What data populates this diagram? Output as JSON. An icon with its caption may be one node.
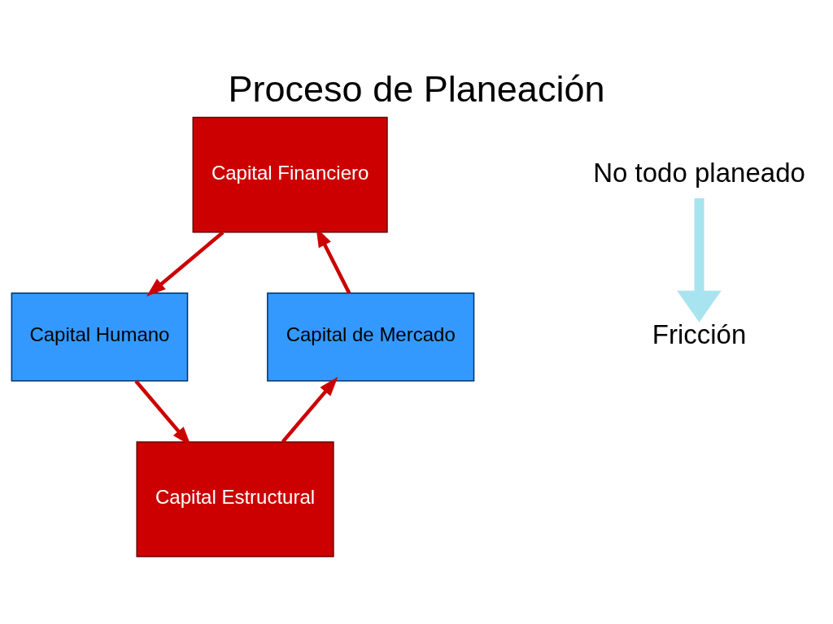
{
  "diagram": {
    "title": "Proceso de Planeación",
    "nodes": [
      {
        "text": [
          "Capital Financiero"
        ]
      },
      {
        "text": [
          "Capital Humano"
        ]
      },
      {
        "text": [
          "Capital de Mercado"
        ]
      },
      {
        "text": [
          "Capital Estructural"
        ]
      },
      {
        "text": [
          "No todo planeado"
        ]
      },
      {
        "text": [
          "Fricción"
        ]
      }
    ],
    "edges": [
      {
        "from": 0,
        "to": 1,
        "arrow": "to"
      },
      {
        "from": 1,
        "to": 3,
        "arrow": "to"
      },
      {
        "from": 3,
        "to": 2,
        "arrow": "to"
      },
      {
        "from": 2,
        "to": 0,
        "arrow": "to"
      },
      {
        "from": 4,
        "to": 5,
        "arrow": "to",
        "style": "thick",
        "color": "#a8e4f0"
      }
    ]
  }
}
